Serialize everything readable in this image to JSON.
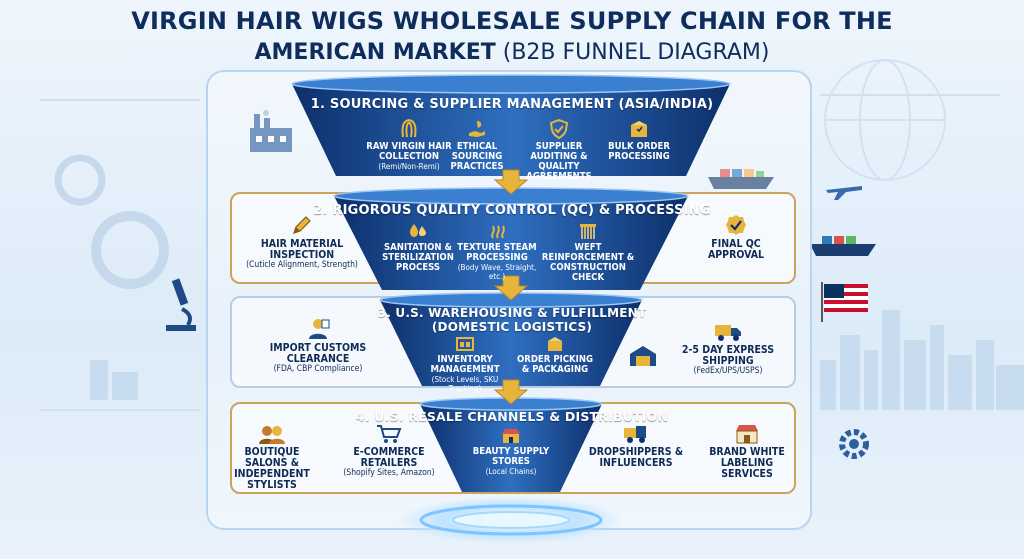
{
  "title": {
    "line1": "VIRGIN HAIR WIGS WHOLESALE SUPPLY CHAIN FOR THE",
    "line2_main": "AMERICAN MARKET",
    "line2_sub": " (B2B FUNNEL DIAGRAM)"
  },
  "stages": [
    {
      "title": "1. SOURCING & SUPPLIER MANAGEMENT (ASIA/INDIA)",
      "items": [
        {
          "label": "RAW VIRGIN HAIR COLLECTION",
          "note": "(Remi/Non-Remi)",
          "icon": "hair-icon"
        },
        {
          "label": "ETHICAL SOURCING PRACTICES",
          "note": "",
          "icon": "hand-leaf-icon"
        },
        {
          "label": "SUPPLIER AUDITING & QUALITY AGREEMENTS",
          "note": "",
          "icon": "shield-check-icon"
        },
        {
          "label": "BULK ORDER PROCESSING",
          "note": "",
          "icon": "box-icon"
        }
      ]
    },
    {
      "title": "2. RIGOROUS QUALITY CONTROL (QC) & PROCESSING",
      "items": [
        {
          "label": "SANITATION & STERILIZATION PROCESS",
          "note": "",
          "icon": "droplets-icon"
        },
        {
          "label": "TEXTURE STEAM PROCESSING",
          "note": "(Body Wave, Straight, etc.)",
          "icon": "steam-icon"
        },
        {
          "label": "WEFT REINFORCEMENT & CONSTRUCTION CHECK",
          "note": "",
          "icon": "weft-icon"
        }
      ],
      "side_left": {
        "label": "HAIR MATERIAL INSPECTION",
        "note": "(Cuticle Alignment, Strength)",
        "icon": "pencil-icon"
      },
      "side_right": {
        "label": "FINAL QC APPROVAL",
        "note": "",
        "icon": "badge-check-icon"
      }
    },
    {
      "title_line1": "3. U.S. WAREHOUSING & FULFILLMENT",
      "title_line2": "(DOMESTIC LOGISTICS)",
      "items": [
        {
          "label": "INVENTORY MANAGEMENT",
          "note": "(Stock Levels, SKU Tracking)",
          "icon": "inventory-icon"
        },
        {
          "label": "ORDER PICKING & PACKAGING",
          "note": "",
          "icon": "packing-icon"
        }
      ],
      "side_left": {
        "label": "IMPORT CUSTOMS CLEARANCE",
        "note": "(FDA, CBP Compliance)",
        "icon": "microscope-icon"
      },
      "side_right": {
        "label": "2-5 DAY EXPRESS SHIPPING",
        "note": "(FedEx/UPS/USPS)",
        "icon": "truck-icon"
      }
    },
    {
      "title": "4. U.S. RESALE CHANNELS & DISTRIBUTION",
      "items": [
        {
          "label": "BEAUTY SUPPLY STORES",
          "note": "(Local Chains)",
          "icon": "storefront-icon"
        }
      ],
      "side_items": [
        {
          "label": "BOUTIQUE SALONS & INDEPENDENT STYLISTS",
          "note": "",
          "icon": "stylists-icon"
        },
        {
          "label": "E-COMMERCE RETAILERS",
          "note": "(Shopify Sites, Amazon)",
          "icon": "cart-icon"
        },
        {
          "label": "DROPSHIPPERS & INFLUENCERS",
          "note": "",
          "icon": "delivery-icon"
        },
        {
          "label": "BRAND WHITE LABELING SERVICES",
          "note": "",
          "icon": "shop-icon"
        }
      ]
    }
  ],
  "colors": {
    "funnel_dark": "#0d2f6b",
    "funnel_light": "#2f6fc0",
    "gold": "#e8b53c",
    "frame": "#b9d4ee"
  }
}
